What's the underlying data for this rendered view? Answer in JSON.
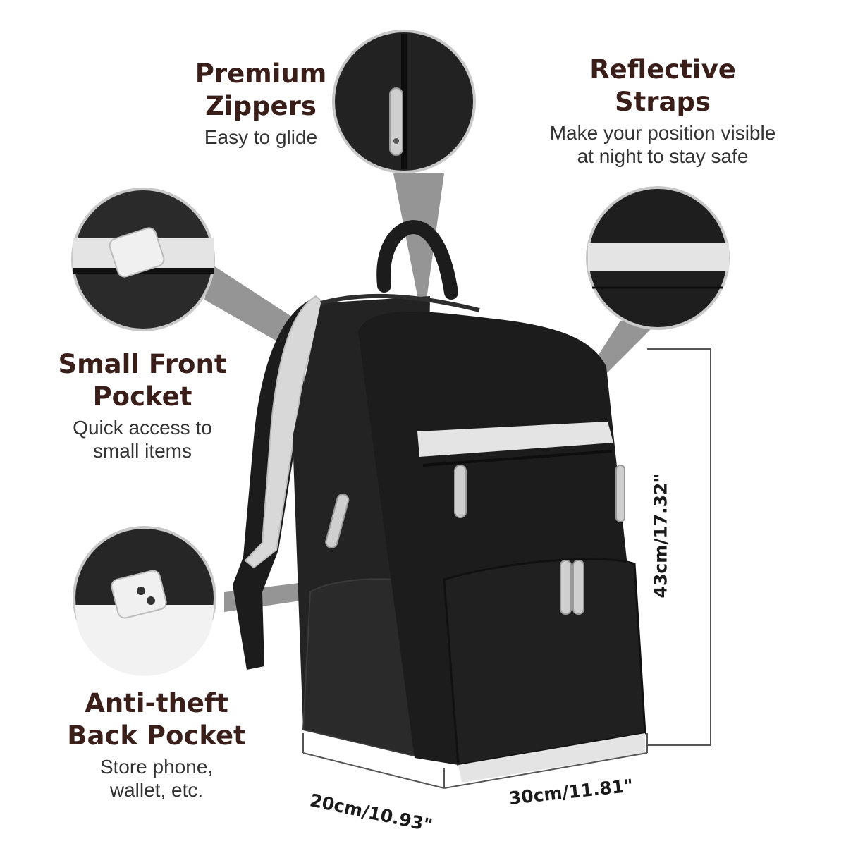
{
  "features": {
    "zippers": {
      "title": "Premium\nZippers",
      "desc": "Easy to glide"
    },
    "reflective": {
      "title": "Reflective\nStraps",
      "desc": "Make your position visible\nat night to stay safe"
    },
    "front_pocket": {
      "title": "Small Front\nPocket",
      "desc": "Quick access to\nsmall items"
    },
    "back_pocket": {
      "title": "Anti-theft\nBack Pocket",
      "desc": "Store phone,\nwallet, etc."
    }
  },
  "dimensions": {
    "height": "43cm/17.32\"",
    "depth": "20cm/10.93\"",
    "width": "30cm/11.81\""
  },
  "colors": {
    "title": "#3a1e1a",
    "bag": "#1c1c1c",
    "reflective": "#e4e4e4",
    "callout": "#777777"
  }
}
